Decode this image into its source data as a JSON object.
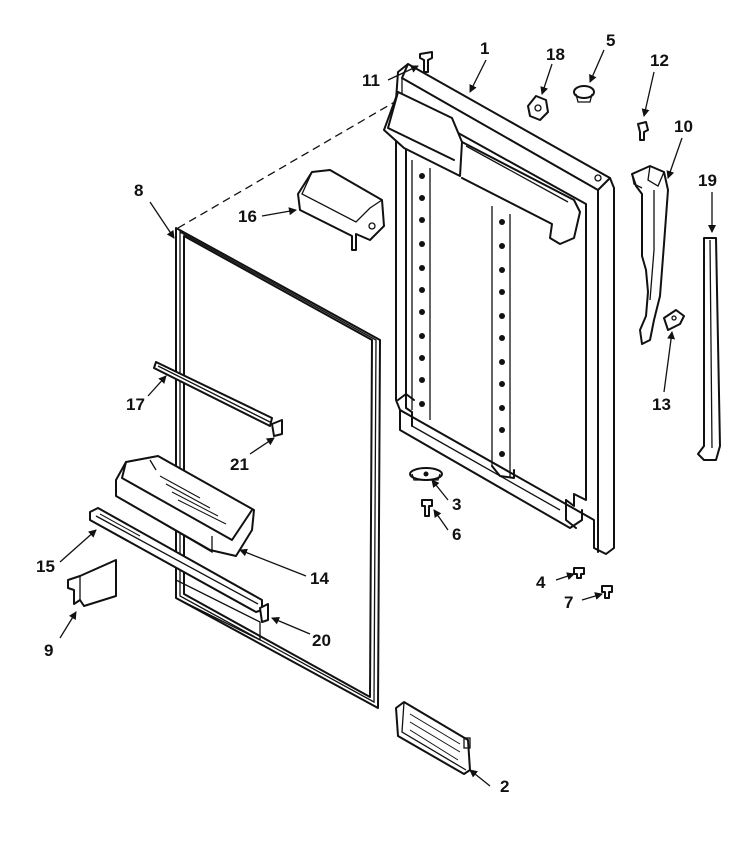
{
  "callouts": [
    {
      "id": "1",
      "text": "1"
    },
    {
      "id": "2",
      "text": "2"
    },
    {
      "id": "3",
      "text": "3"
    },
    {
      "id": "4",
      "text": "4"
    },
    {
      "id": "5",
      "text": "5"
    },
    {
      "id": "6",
      "text": "6"
    },
    {
      "id": "7",
      "text": "7"
    },
    {
      "id": "8",
      "text": "8"
    },
    {
      "id": "9",
      "text": "9"
    },
    {
      "id": "10",
      "text": "10"
    },
    {
      "id": "11",
      "text": "11"
    },
    {
      "id": "12",
      "text": "12"
    },
    {
      "id": "13",
      "text": "13"
    },
    {
      "id": "14",
      "text": "14"
    },
    {
      "id": "15",
      "text": "15"
    },
    {
      "id": "16",
      "text": "16"
    },
    {
      "id": "17",
      "text": "17"
    },
    {
      "id": "18",
      "text": "18"
    },
    {
      "id": "19",
      "text": "19"
    },
    {
      "id": "20",
      "text": "20"
    },
    {
      "id": "21",
      "text": "21"
    }
  ]
}
